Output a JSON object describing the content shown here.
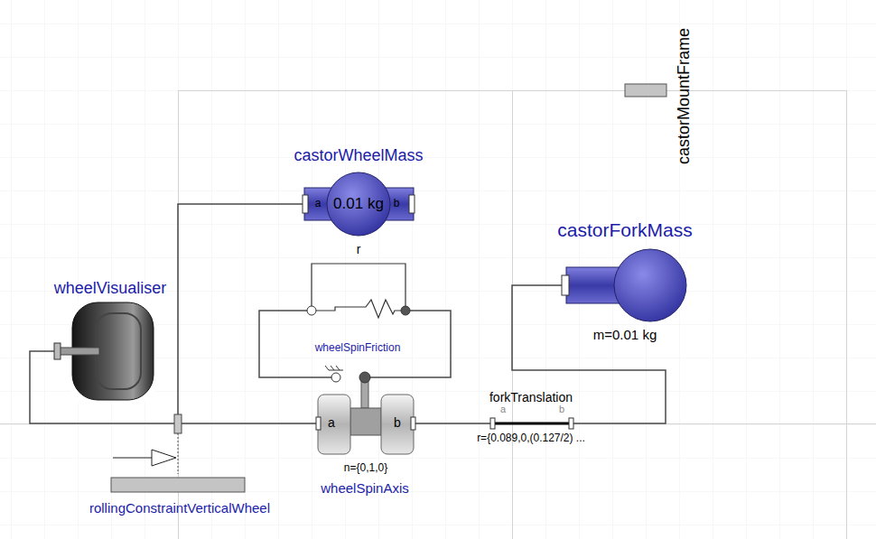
{
  "diagram": {
    "nodes": [
      {
        "text": [
          "castorMountFrame"
        ]
      },
      {
        "text": [
          "castorWheelMass",
          "a",
          "0.01 kg",
          "b"
        ]
      },
      {
        "text": [
          "wheelVisualiser"
        ]
      },
      {
        "text": [
          "wheelSpinFriction"
        ]
      },
      {
        "text": [
          "castorForkMass",
          "m=0.01 kg"
        ]
      },
      {
        "text": [
          "forkTranslation",
          "a",
          "b",
          "r={0.089,0,(0.127/2) ..."
        ]
      },
      {
        "text": [
          "a",
          "b",
          "n={0,1,0}",
          "wheelSpinAxis"
        ]
      },
      {
        "text": [
          "rollingConstraintVerticalWheel"
        ]
      }
    ],
    "edges": [
      {
        "from": 2,
        "to": 7,
        "arrow": "none"
      },
      {
        "from": 7,
        "to": 1,
        "arrow": "none"
      },
      {
        "from": 7,
        "to": 6,
        "arrow": "none"
      },
      {
        "from": 6,
        "to": 5,
        "arrow": "none"
      },
      {
        "from": 5,
        "to": 4,
        "arrow": "none"
      },
      {
        "from": 3,
        "to": 6,
        "arrow": "none"
      },
      {
        "from": 3,
        "to": 6,
        "arrow": "none"
      }
    ],
    "labels": [
      "r"
    ]
  }
}
